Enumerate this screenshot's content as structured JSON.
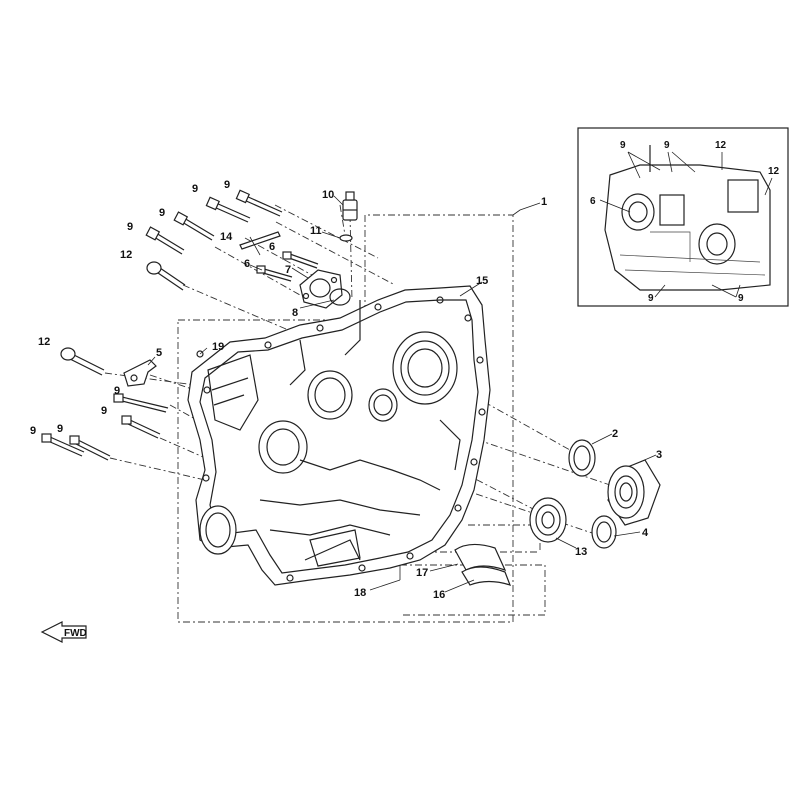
{
  "callouts": {
    "c1": "1",
    "c2": "2",
    "c3": "3",
    "c4": "4",
    "c5": "5",
    "c6a": "6",
    "c6b": "6",
    "c7": "7",
    "c8": "8",
    "c9a": "9",
    "c9b": "9",
    "c9c": "9",
    "c9d": "9",
    "c9e": "9",
    "c9f": "9",
    "c9g": "9",
    "c9h": "9",
    "c10": "10",
    "c11": "11",
    "c12a": "12",
    "c12b": "12",
    "c13": "13",
    "c14": "14",
    "c15": "15",
    "c16": "16",
    "c17": "17",
    "c18": "18",
    "c19": "19"
  },
  "inset_callouts": {
    "i9a": "9",
    "i9b": "9",
    "i12a": "12",
    "i12b": "12",
    "i6": "6",
    "i9c": "9",
    "i9d": "9"
  },
  "fwd_label": "FWD",
  "colors": {
    "line": "#222222",
    "background": "#ffffff"
  }
}
